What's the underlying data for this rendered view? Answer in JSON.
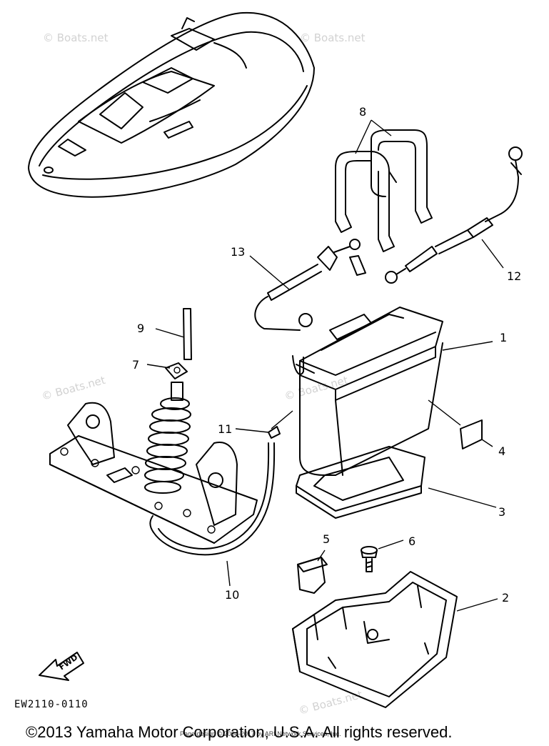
{
  "diagram_code": "EW2110-0110",
  "direction_label": "FWD",
  "watermark": "© Boats.net",
  "copyright": "©2013 Yamaha Motor Corporation, U.S.A. All rights reserved.",
  "page_design": "Page design © 2004-2017 by ARI Network Services, Inc.",
  "callouts": [
    "1",
    "2",
    "3",
    "4",
    "5",
    "6",
    "7",
    "8",
    "9",
    "10",
    "11",
    "12",
    "13"
  ]
}
